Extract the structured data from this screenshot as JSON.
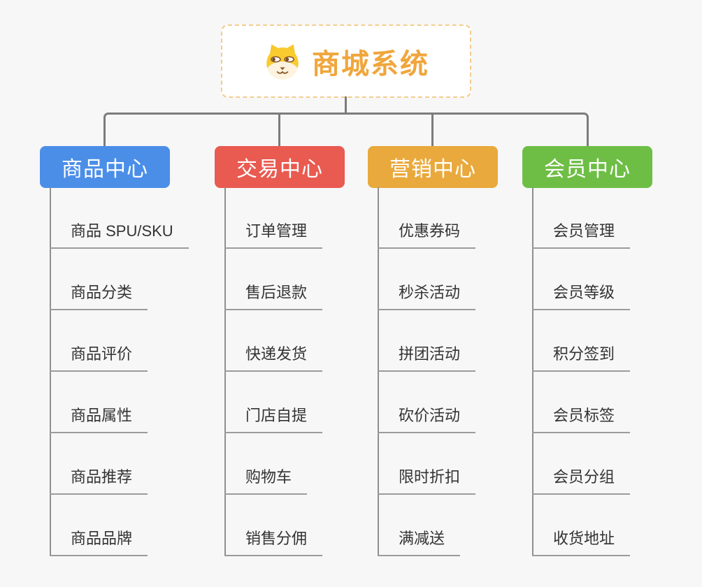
{
  "root": {
    "title": "商城系统",
    "icon": "shiba-dog-icon"
  },
  "branches": [
    {
      "label": "商品中心",
      "color": "#4a8ee8",
      "children": [
        "商品 SPU/SKU",
        "商品分类",
        "商品评价",
        "商品属性",
        "商品推荐",
        "商品品牌"
      ]
    },
    {
      "label": "交易中心",
      "color": "#e95a50",
      "children": [
        "订单管理",
        "售后退款",
        "快递发货",
        "门店自提",
        "购物车",
        "销售分佣"
      ]
    },
    {
      "label": "营销中心",
      "color": "#e9a93c",
      "children": [
        "优惠券码",
        "秒杀活动",
        "拼团活动",
        "砍价活动",
        "限时折扣",
        "满减送"
      ]
    },
    {
      "label": "会员中心",
      "color": "#6ebe45",
      "children": [
        "会员管理",
        "会员等级",
        "积分签到",
        "会员标签",
        "会员分组",
        "收货地址"
      ]
    }
  ],
  "colors": {
    "background": "#f7f7f7",
    "root_title": "#f0a63c",
    "root_border": "#f3cc8e",
    "connector": "#7c7c7c",
    "leaf_underline": "#9b9b9b",
    "leaf_text": "#333333"
  }
}
